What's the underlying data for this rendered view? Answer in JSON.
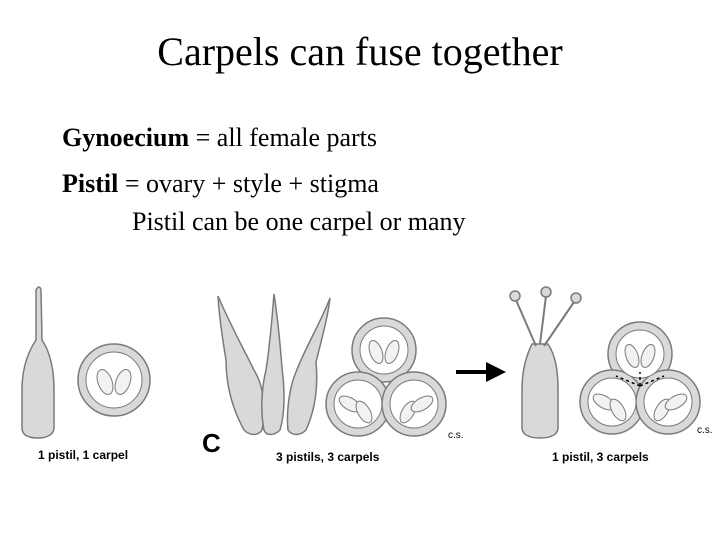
{
  "title": "Carpels can fuse together",
  "lines": {
    "gyn_term": "Gynoecium",
    "gyn_def": " = all female parts",
    "pistil_term": "Pistil",
    "pistil_def": " = ovary + style + stigma",
    "pistil_note": "Pistil can be one carpel or many"
  },
  "figure": {
    "caption_1": "1 pistil, 1 carpel",
    "caption_2": "3 pistils, 3 carpels",
    "caption_3": "1 pistil, 3 carpels",
    "section_label_a": "c.s.",
    "section_label_b": "c.s.",
    "panel_letter": "C",
    "colors": {
      "fill": "#d9d9d9",
      "stroke": "#7a7a7a",
      "ovule": "#f2f2f2"
    }
  }
}
